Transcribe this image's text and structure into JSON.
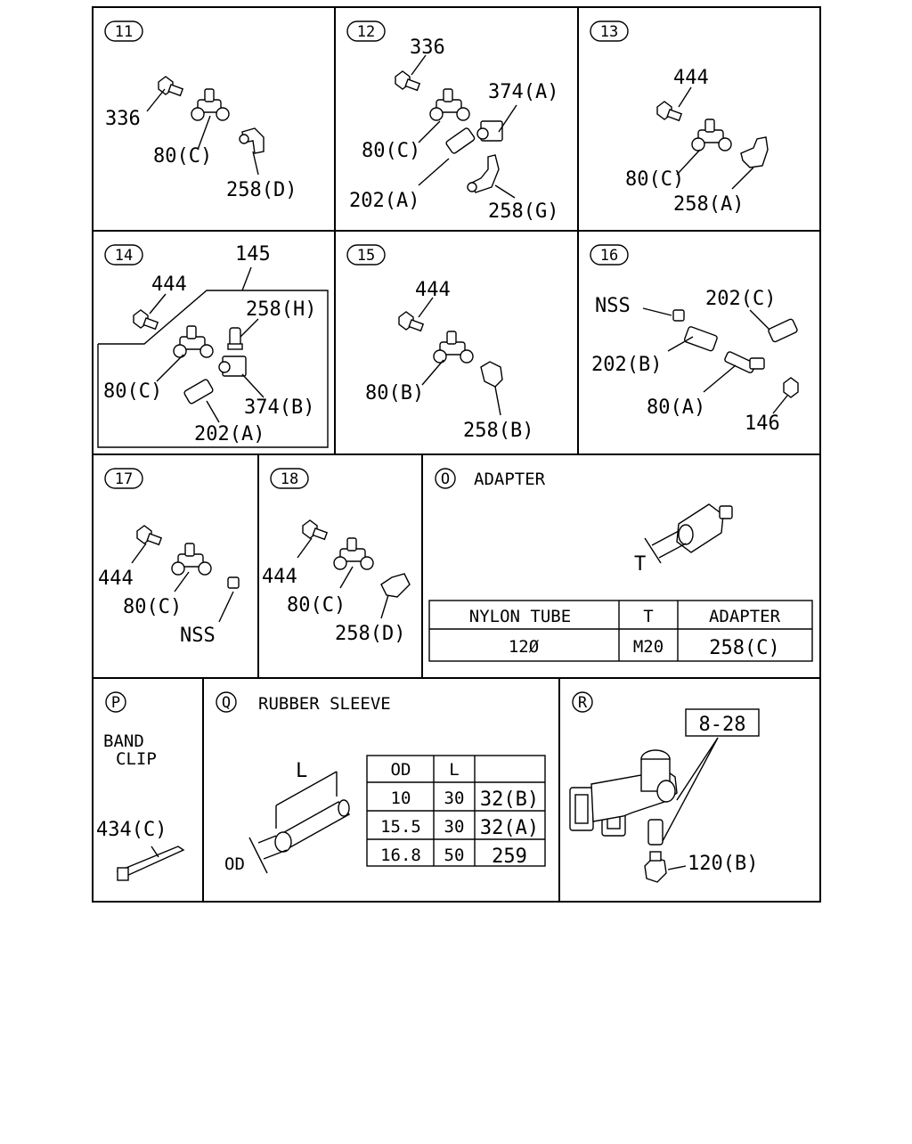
{
  "panels": {
    "p11": {
      "id": "11",
      "labels": [
        "336",
        "80(C)",
        "258(D)"
      ]
    },
    "p12": {
      "id": "12",
      "labels": [
        "336",
        "374(A)",
        "80(C)",
        "202(A)",
        "258(G)"
      ]
    },
    "p13": {
      "id": "13",
      "labels": [
        "444",
        "80(C)",
        "258(A)"
      ]
    },
    "p14": {
      "id": "14",
      "labels": [
        "145",
        "444",
        "258(H)",
        "80(C)",
        "374(B)",
        "202(A)"
      ]
    },
    "p15": {
      "id": "15",
      "labels": [
        "444",
        "80(B)",
        "258(B)"
      ]
    },
    "p16": {
      "id": "16",
      "labels": [
        "NSS",
        "202(C)",
        "202(B)",
        "80(A)",
        "146"
      ]
    },
    "p17": {
      "id": "17",
      "labels": [
        "444",
        "80(C)",
        "NSS"
      ]
    },
    "p18": {
      "id": "18",
      "labels": [
        "444",
        "80(C)",
        "258(D)"
      ]
    },
    "pO": {
      "id": "O",
      "title": "ADAPTER",
      "dim_label": "T",
      "table": {
        "headers": [
          "NYLON TUBE",
          "T",
          "ADAPTER"
        ],
        "rows": [
          [
            "12Ø",
            "M20",
            "258(C)"
          ]
        ]
      }
    },
    "pP": {
      "id": "P",
      "title_line1": "BAND",
      "title_line2": "CLIP",
      "labels": [
        "434(C)"
      ]
    },
    "pQ": {
      "id": "Q",
      "title": "RUBBER SLEEVE",
      "dim_length": "L",
      "dim_diameter": "OD",
      "table": {
        "headers": [
          "OD",
          "L",
          ""
        ],
        "rows": [
          [
            "10",
            "30",
            "32(B)"
          ],
          [
            "15.5",
            "30",
            "32(A)"
          ],
          [
            "16.8",
            "50",
            "259"
          ]
        ]
      }
    },
    "pR": {
      "id": "R",
      "labels": [
        "8-28",
        "120(B)"
      ]
    }
  }
}
